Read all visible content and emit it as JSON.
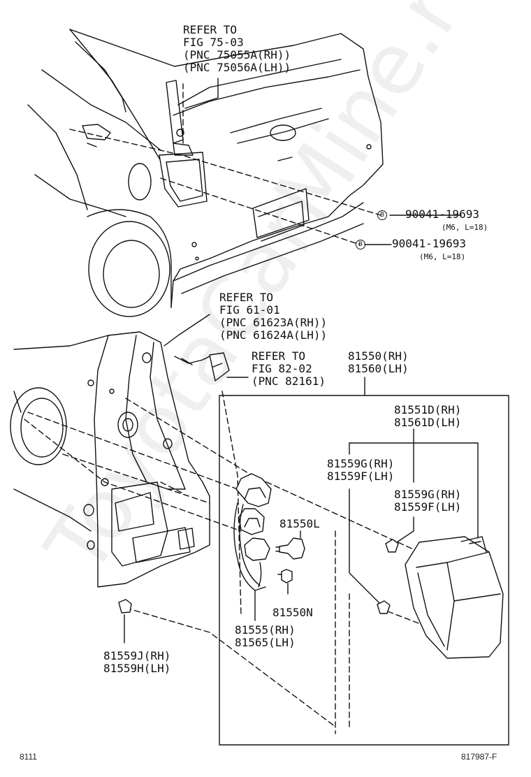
{
  "watermark": "ToyotaCarMine.ru",
  "callouts": {
    "ref_7503": {
      "line1": "REFER TO",
      "line2": "FIG 75-03",
      "line3": "(PNC 75055A(RH))",
      "line4": "(PNC 75056A(LH))"
    },
    "bolt_top": {
      "marker": "B",
      "part": "90041-19693",
      "spec": "(M6, L=18)"
    },
    "bolt_bottom": {
      "marker": "B",
      "part": "90041-19693",
      "spec": "(M6, L=18)"
    },
    "ref_6101": {
      "line1": "REFER TO",
      "line2": "FIG 61-01",
      "line3": "(PNC 61623A(RH))",
      "line4": "(PNC 61624A(LH))"
    },
    "ref_8202": {
      "line1": "REFER TO",
      "line2": "FIG 82-02",
      "line3": "(PNC 82161)"
    },
    "lamp_assy": {
      "rh": "81550(RH)",
      "lh": "81560(LH)"
    },
    "lens_body": {
      "rh": "81551D(RH)",
      "lh": "81561D(LH)"
    },
    "retainer_a": {
      "rh": "81559G(RH)",
      "lh": "81559F(LH)"
    },
    "retainer_b": {
      "rh": "81559G(RH)",
      "lh": "81559F(LH)"
    },
    "bulb_l": "81550L",
    "bulb_n": "81550N",
    "socket": {
      "rh": "81555(RH)",
      "lh": "81565(LH)"
    },
    "clip": {
      "rh": "81559J(RH)",
      "lh": "81559H(LH)"
    }
  },
  "footer": {
    "left": "8111",
    "right": "817987-F"
  }
}
